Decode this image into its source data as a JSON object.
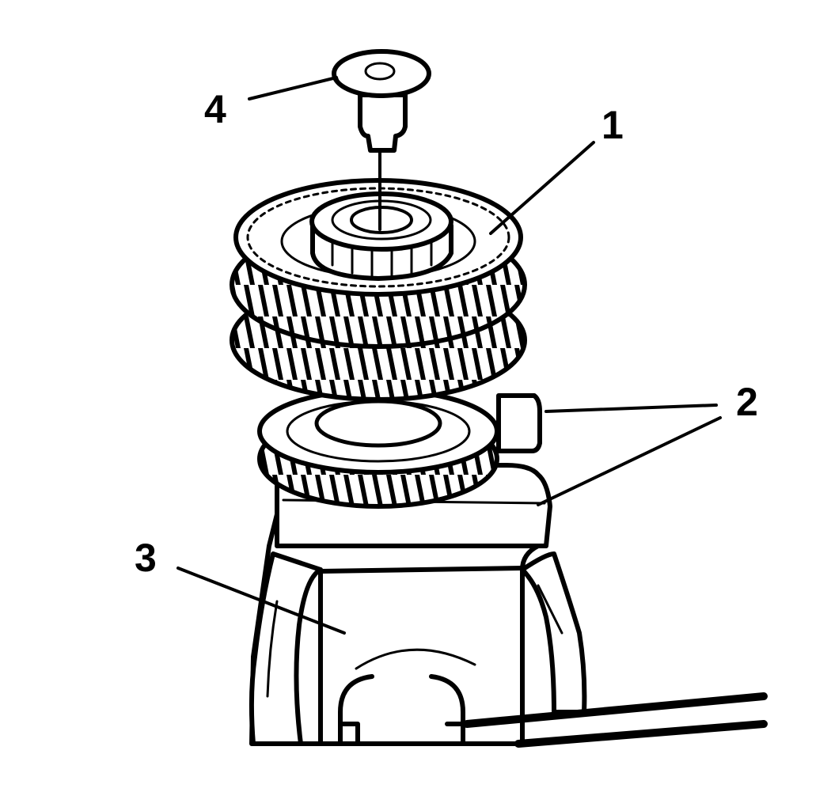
{
  "callouts": [
    {
      "id": "1",
      "label": "1"
    },
    {
      "id": "2",
      "label": "2"
    },
    {
      "id": "3",
      "label": "3"
    },
    {
      "id": "4",
      "label": "4"
    }
  ],
  "colors": {
    "ink": "#000000",
    "paper": "#ffffff"
  },
  "parts_depicted": [
    "bolt-icon",
    "upper-gear-cluster-icon",
    "lower-gear-icon",
    "support-bracket-icon",
    "holding-fixture-icon"
  ]
}
